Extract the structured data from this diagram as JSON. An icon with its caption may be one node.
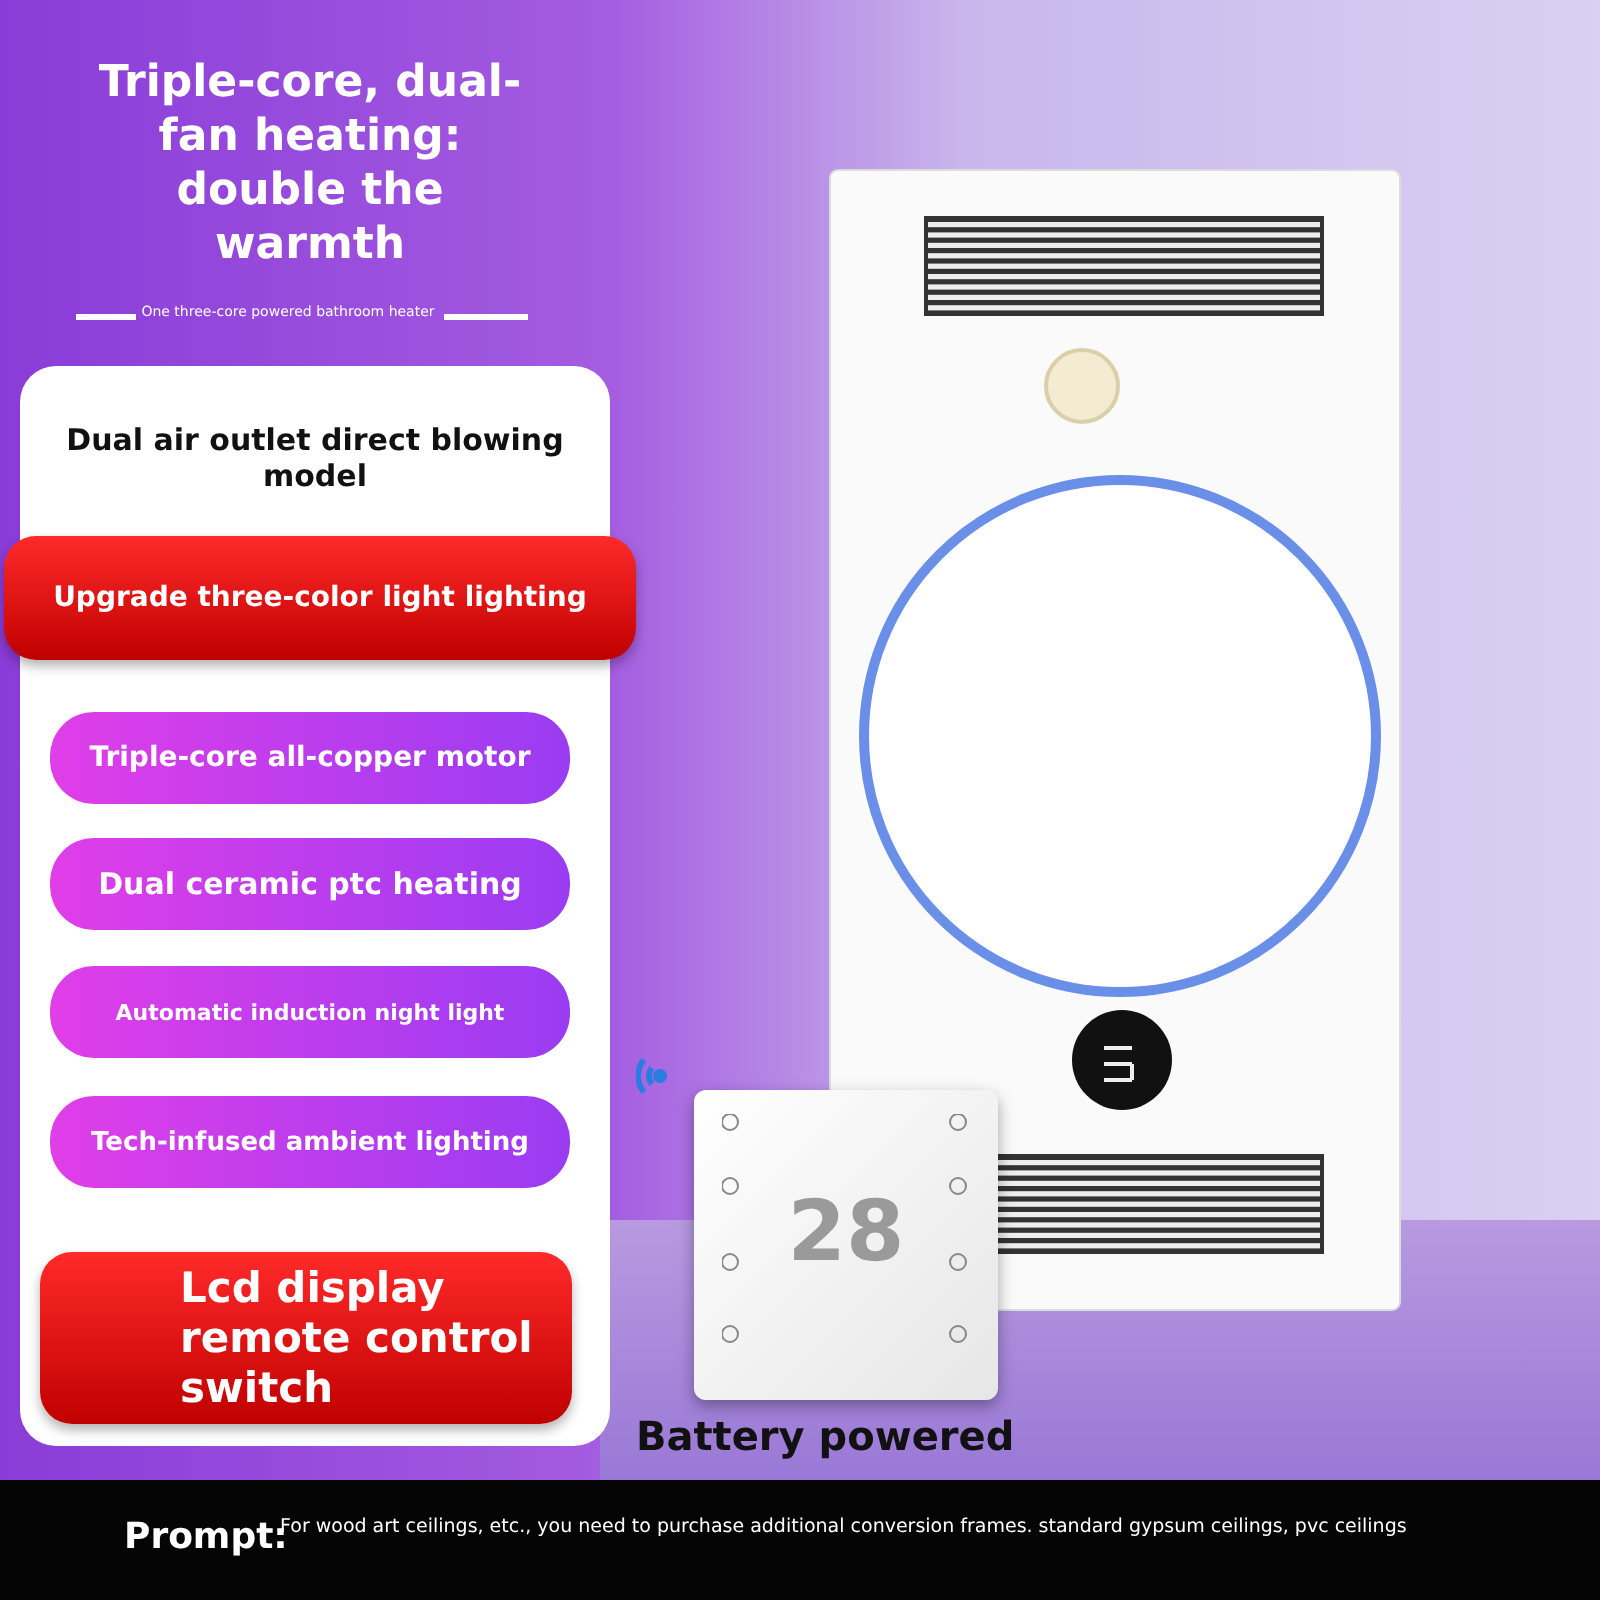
{
  "diagram": {
    "title": "Triple-core, dual-fan heating: double the warmth",
    "nodes": [
      {
        "text": [
          "Dual air outlet direct blowing model"
        ]
      },
      {
        "text": [
          "Upgrade three-color light lighting"
        ]
      },
      {
        "text": [
          "Triple-core all-copper motor"
        ],
        "in": 0
      },
      {
        "text": [
          "Dual ceramic ptc heating"
        ],
        "in": 0
      },
      {
        "text": [
          "Automatic induction night light"
        ],
        "in": 0
      },
      {
        "text": [
          "Tech-infused ambient lighting"
        ],
        "in": 0
      },
      {
        "text": [
          "Lcd display remote control switch"
        ],
        "in": 0
      }
    ],
    "labels": [
      "One three-core powered bathroom heater",
      "28",
      "Battery powered",
      "Prompt:",
      "For wood art ceilings, etc., you need to purchase additional conversion frames. standard gypsum ceilings, pvc ceilings"
    ]
  }
}
